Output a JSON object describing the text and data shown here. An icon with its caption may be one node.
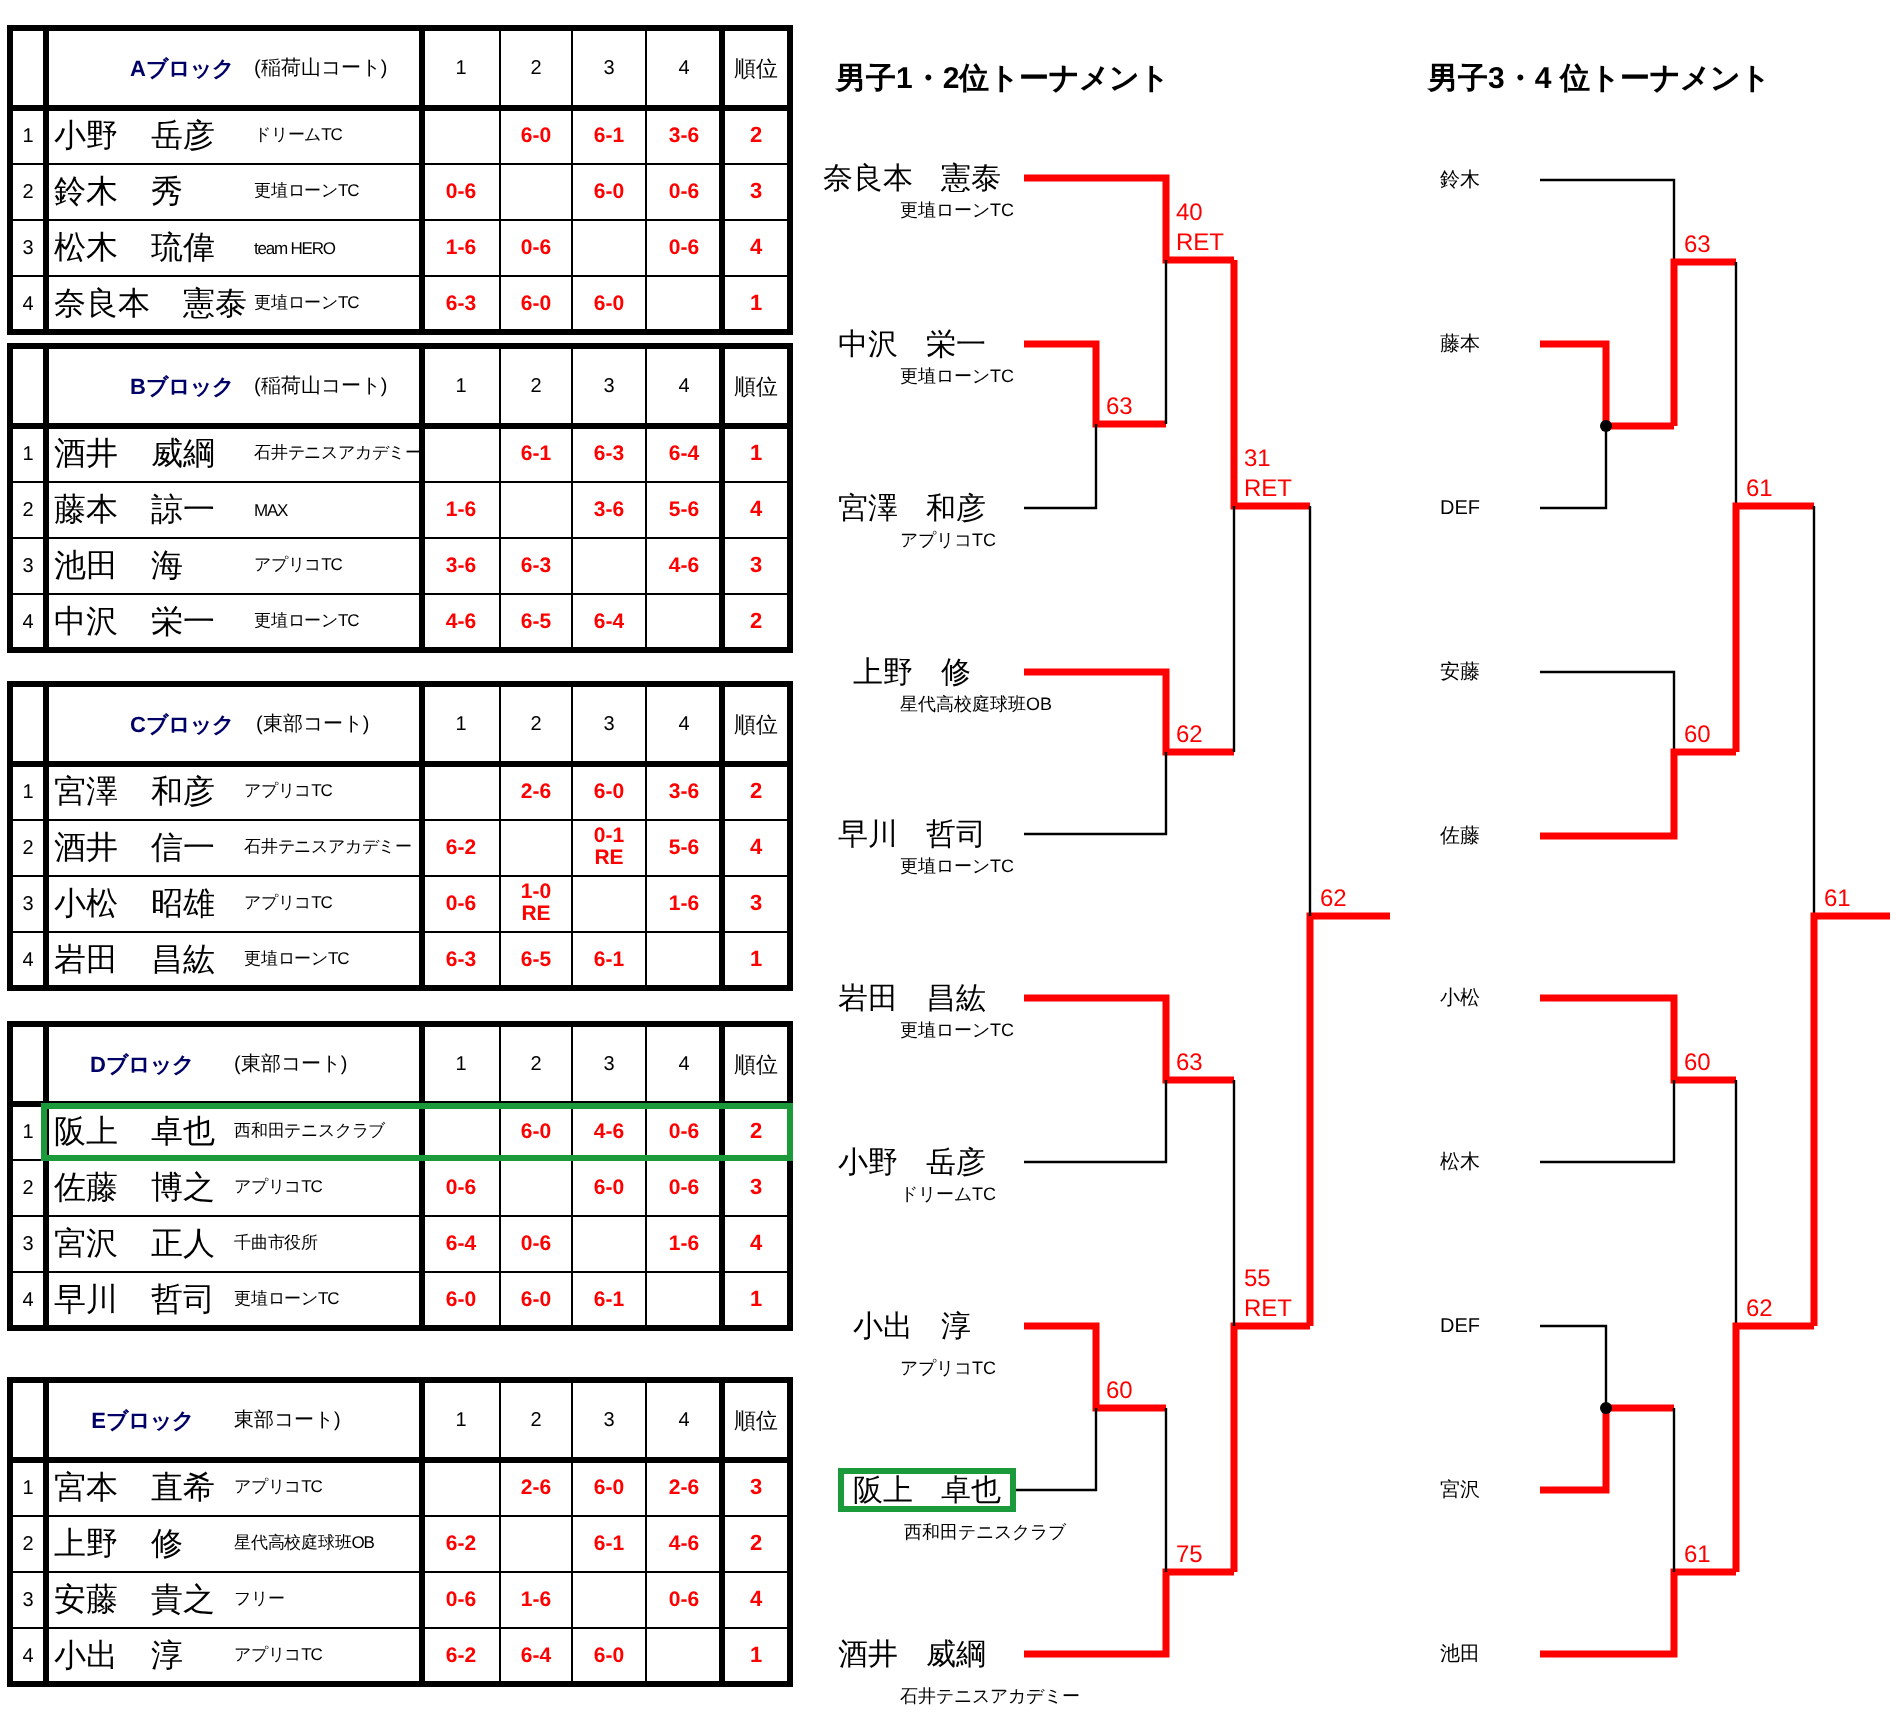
{
  "diagram": {
    "nodes": [
      {
        "text": [
          "奈良本 憲泰"
        ],
        "beside": [
          "更埴ローンTC"
        ]
      },
      {
        "text": [
          "中沢 栄一"
        ],
        "beside": [
          "更埴ローンTC"
        ]
      },
      {
        "text": [
          "宮澤 和彦"
        ],
        "beside": [
          "アプリコTC"
        ]
      },
      {
        "text": [
          "上野 修"
        ],
        "beside": [
          "星代高校庭球班OB"
        ]
      },
      {
        "text": [
          "早川 哲司"
        ],
        "beside": [
          "更埴ローンTC"
        ]
      },
      {
        "text": [
          "岩田 昌紘"
        ],
        "beside": [
          "更埴ローンTC"
        ]
      },
      {
        "text": [
          "小野 岳彦"
        ],
        "beside": [
          "ドリームTC"
        ]
      },
      {
        "text": [
          "小出 淳"
        ],
        "beside": [
          "アプリコTC"
        ]
      },
      {
        "text": [
          "阪上 卓也"
        ],
        "beside": [
          "西和田テニスクラブ"
        ]
      },
      {
        "text": [
          "酒井 威綱"
        ],
        "beside": [
          "石井テニスアカデミー"
        ]
      },
      {
        "text": [
          "63"
        ]
      },
      {
        "text": [
          "40 RET"
        ]
      },
      {
        "text": [
          "62"
        ]
      },
      {
        "text": [
          "31 RET"
        ]
      },
      {
        "text": [
          "63"
        ]
      },
      {
        "text": [
          "60"
        ]
      },
      {
        "text": [
          "75"
        ]
      },
      {
        "text": [
          "55 RET"
        ]
      },
      {
        "text": [
          "62"
        ]
      },
      {
        "text": [
          "鈴木"
        ]
      },
      {
        "text": [
          "藤本"
        ]
      },
      {
        "text": [
          "DEF"
        ]
      },
      {
        "text": [
          "安藤"
        ]
      },
      {
        "text": [
          "佐藤"
        ]
      },
      {
        "text": [
          "小松"
        ]
      },
      {
        "text": [
          "松木"
        ]
      },
      {
        "text": [
          "DEF"
        ]
      },
      {
        "text": [
          "宮沢"
        ]
      },
      {
        "text": [
          "池田"
        ]
      },
      {
        "text": [],
        "shape": "dot"
      },
      {
        "text": [
          "63"
        ]
      },
      {
        "text": [
          "60"
        ]
      },
      {
        "text": [
          "61"
        ]
      },
      {
        "text": [
          "60"
        ]
      },
      {
        "text": [],
        "shape": "dot"
      },
      {
        "text": [
          "61"
        ]
      },
      {
        "text": [
          "62"
        ]
      },
      {
        "text": [
          "61"
        ]
      }
    ],
    "edges": [
      {
        "from": 1,
        "to": 10,
        "arrow": "none",
        "style": "thick",
        "color": "#ff0000"
      },
      {
        "from": 2,
        "to": 10,
        "arrow": "none",
        "color": "#000000"
      },
      {
        "from": 0,
        "to": 11,
        "arrow": "none",
        "style": "thick",
        "color": "#ff0000"
      },
      {
        "from": 10,
        "to": 11,
        "arrow": "none",
        "color": "#000000"
      },
      {
        "from": 3,
        "to": 12,
        "arrow": "none",
        "style": "thick",
        "color": "#ff0000"
      },
      {
        "from": 4,
        "to": 12,
        "arrow": "none",
        "color": "#000000"
      },
      {
        "from": 11,
        "to": 13,
        "arrow": "none",
        "style": "thick",
        "color": "#ff0000"
      },
      {
        "from": 12,
        "to": 13,
        "arrow": "none",
        "color": "#000000"
      },
      {
        "from": 5,
        "to": 14,
        "arrow": "none",
        "style": "thick",
        "color": "#ff0000"
      },
      {
        "from": 6,
        "to": 14,
        "arrow": "none",
        "color": "#000000"
      },
      {
        "from": 7,
        "to": 15,
        "arrow": "none",
        "style": "thick",
        "color": "#ff0000"
      },
      {
        "from": 8,
        "to": 15,
        "arrow": "none",
        "color": "#000000"
      },
      {
        "from": 9,
        "to": 16,
        "arrow": "none",
        "style": "thick",
        "color": "#ff0000"
      },
      {
        "from": 15,
        "to": 16,
        "arrow": "none",
        "color": "#000000"
      },
      {
        "from": 16,
        "to": 17,
        "arrow": "none",
        "style": "thick",
        "color": "#ff0000"
      },
      {
        "from": 14,
        "to": 17,
        "arrow": "none",
        "color": "#000000"
      },
      {
        "from": 17,
        "to": 18,
        "arrow": "none",
        "style": "thick",
        "color": "#ff0000"
      },
      {
        "from": 13,
        "to": 18,
        "arrow": "none",
        "color": "#000000"
      },
      {
        "from": 20,
        "to": 29,
        "arrow": "none",
        "style": "thick",
        "color": "#ff0000"
      },
      {
        "from": 21,
        "to": 29,
        "arrow": "none",
        "color": "#000000"
      },
      {
        "from": 19,
        "to": 30,
        "arrow": "none",
        "color": "#000000"
      },
      {
        "from": 29,
        "to": 30,
        "arrow": "none",
        "style": "thick",
        "color": "#ff0000"
      },
      {
        "from": 22,
        "to": 31,
        "arrow": "none",
        "color": "#000000"
      },
      {
        "from": 23,
        "to": 31,
        "arrow": "none",
        "style": "thick",
        "color": "#ff0000"
      },
      {
        "from": 30,
        "to": 32,
        "arrow": "none",
        "color": "#000000"
      },
      {
        "from": 31,
        "to": 32,
        "arrow": "none",
        "style": "thick",
        "color": "#ff0000"
      },
      {
        "from": 24,
        "to": 33,
        "arrow": "none",
        "style": "thick",
        "color": "#ff0000"
      },
      {
        "from": 25,
        "to": 33,
        "arrow": "none",
        "color": "#000000"
      },
      {
        "from": 27,
        "to": 34,
        "arrow": "none",
        "style": "thick",
        "color": "#ff0000"
      },
      {
        "from": 26,
        "to": 34,
        "arrow": "none",
        "color": "#000000"
      },
      {
        "from": 28,
        "to": 35,
        "arrow": "none",
        "style": "thick",
        "color": "#ff0000"
      },
      {
        "from": 34,
        "to": 35,
        "arrow": "none",
        "color": "#000000"
      },
      {
        "from": 33,
        "to": 36,
        "arrow": "none",
        "color": "#000000"
      },
      {
        "from": 35,
        "to": 36,
        "arrow": "none",
        "style": "thick",
        "color": "#ff0000"
      },
      {
        "from": 32,
        "to": 37,
        "arrow": "none",
        "color": "#000000"
      },
      {
        "from": 36,
        "to": 37,
        "arrow": "none",
        "style": "thick",
        "color": "#ff0000"
      }
    ],
    "labels": [
      "Aブロック",
      "(稲荷山コート)",
      "1",
      "2",
      "3",
      "4",
      "順位",
      "男子1・2位トーナメント",
      "男子3・4 位トーナメント",
      "1",
      "小野 岳彦",
      "ドリームTC",
      "6-0",
      "6-1",
      "3-6",
      "2",
      "2",
      "鈴木 秀",
      "更埴ローンTC",
      "0-6",
      "6-0",
      "0-6",
      "3",
      "3",
      "松木 琉偉",
      "team HERO",
      "1-6",
      "0-6",
      "0-6",
      "4",
      "4",
      "奈良本 憲泰",
      "更埴ローンTC",
      "6-3",
      "6-0",
      "6-0",
      "1",
      "Bブロック",
      "(稲荷山コート)",
      "1",
      "2",
      "3",
      "4",
      "順位",
      "1",
      "酒井 威綱",
      "石井テニスアカデミー",
      "6-1",
      "6-3",
      "6-4",
      "1",
      "2",
      "藤本 諒一",
      "MAX",
      "1-6",
      "3-6",
      "5-6",
      "4",
      "3",
      "池田 海",
      "アプリコTC",
      "3-6",
      "6-3",
      "4-6",
      "3",
      "4",
      "中沢 栄一",
      "更埴ローンTC",
      "4-6",
      "6-5",
      "6-4",
      "2",
      "Cブロック",
      "(東部コート)",
      "1",
      "2",
      "3",
      "4",
      "順位",
      "1",
      "宮澤 和彦",
      "アプリコTC",
      "2-6",
      "6-0",
      "3-6",
      "2",
      "2",
      "酒井 信一",
      "石井テニスアカデミー",
      "6-2",
      "0-1 RE",
      "5-6",
      "4",
      "3",
      "小松 昭雄",
      "アプリコTC",
      "0-6",
      "1-0 RE",
      "1-6",
      "3",
      "4",
      "岩田 昌紘",
      "更埴ローンTC",
      "6-3",
      "6-5",
      "6-1",
      "1",
      "Dブロック",
      "(東部コート)",
      "1",
      "2",
      "3",
      "4",
      "順位",
      "1",
      "阪上 卓也",
      "西和田テニスクラブ",
      "6-0",
      "4-6",
      "0-6",
      "2",
      "2",
      "佐藤 博之",
      "アプリコTC",
      "0-6",
      "6-0",
      "0-6",
      "3",
      "3",
      "宮沢 正人",
      "千曲市役所",
      "6-4",
      "0-6",
      "1-6",
      "4",
      "4",
      "早川 哲司",
      "更埴ローンTC",
      "6-0",
      "6-0",
      "6-1",
      "1",
      "Eブロック",
      "東部コート)",
      "1",
      "2",
      "3",
      "4",
      "順位",
      "1",
      "宮本 直希",
      "アプリコTC",
      "2-6",
      "6-0",
      "2-6",
      "3",
      "2",
      "上野 修",
      "星代高校庭球班OB",
      "6-2",
      "6-1",
      "4-6",
      "2",
      "3",
      "安藤 貴之",
      "フリー",
      "0-6",
      "1-6",
      "0-6",
      "4",
      "4",
      "小出 淳",
      "アプリコTC",
      "6-2",
      "6-4",
      "6-0",
      "1"
    ]
  }
}
